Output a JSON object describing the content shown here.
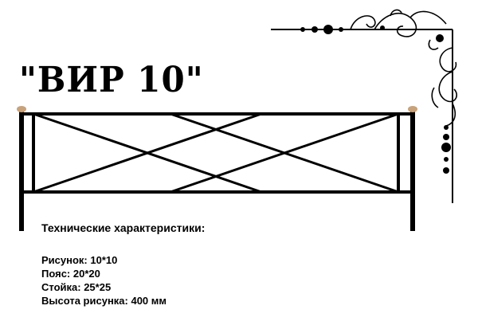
{
  "title": "\"ВИР 10\"",
  "specs": {
    "heading": "Технические характеристики:",
    "items": [
      "Рисунок: 10*10",
      "Пояс: 20*20",
      "Стойка: 25*25",
      "Высота рисунка: 400 мм"
    ]
  },
  "colors": {
    "ink": "#000000",
    "cap": "#c9a27a",
    "background": "#ffffff"
  },
  "icons": [
    "decorative-corner-ornament",
    "fence-drawing"
  ]
}
